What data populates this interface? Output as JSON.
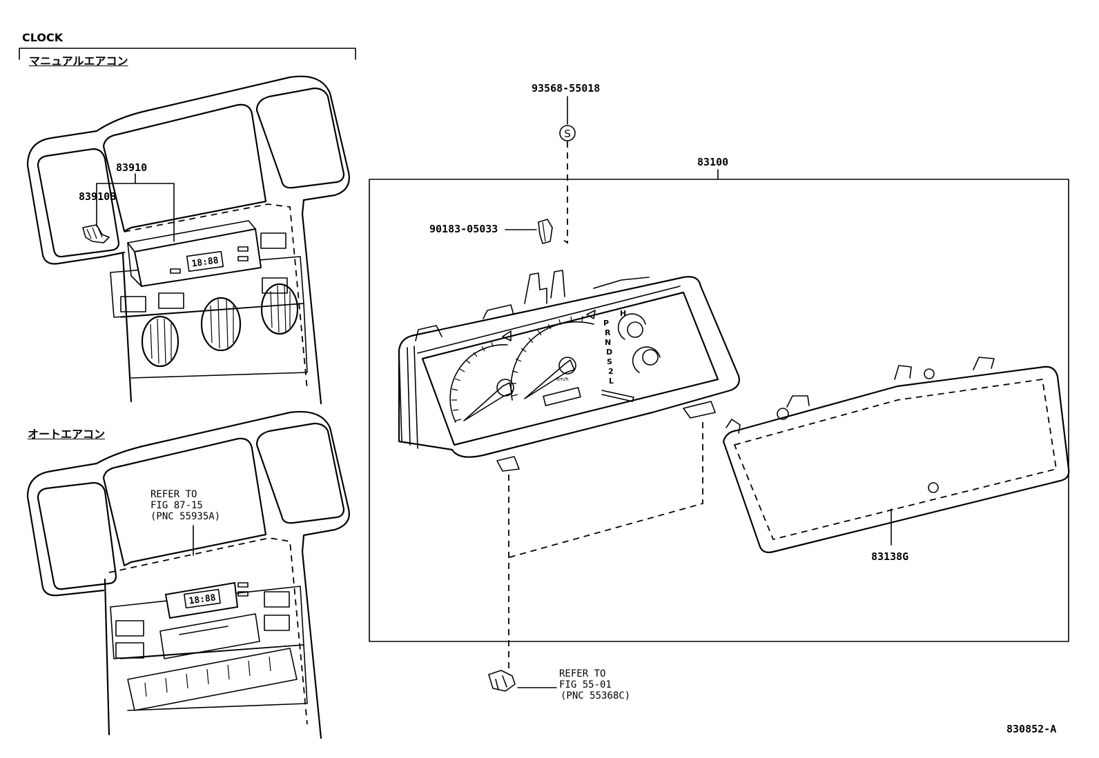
{
  "section_title": "CLOCK",
  "variant_manual": "マニュアルエアコン",
  "variant_auto": "オートエアコン",
  "clock_display": "18:88",
  "parts": {
    "p83910": "83910",
    "p83910b": "83910B",
    "p93568": "93568-55018",
    "p90183": "90183-05033",
    "p83100": "83100",
    "p83138g": "83138G"
  },
  "screw_symbol": "S",
  "refer_auto": {
    "line1": "REFER TO",
    "line2": "FIG 87-15",
    "line3": "(PNC 55935A)"
  },
  "refer_bottom": {
    "line1": "REFER TO",
    "line2": "FIG 55-01",
    "line3": "(PNC 55368C)"
  },
  "shift_positions": [
    "P",
    "R",
    "N",
    "D",
    "S",
    "2",
    "L"
  ],
  "gauge_marks": {
    "hot": "H",
    "speed_unit": "km/h"
  },
  "diagram_id": "830852-A"
}
